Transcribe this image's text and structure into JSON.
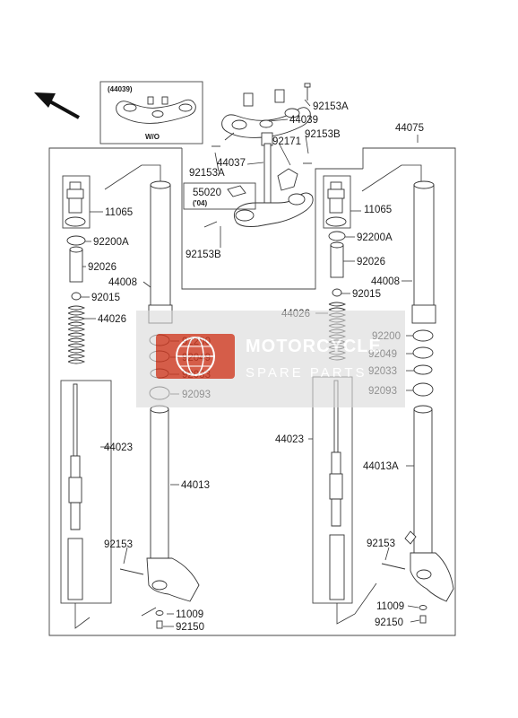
{
  "inset": {
    "top_label": "(44039)",
    "bottom_label": "W/O"
  },
  "note_55020": {
    "number": "55020",
    "year": "('04)"
  },
  "labels": {
    "p44075": "44075",
    "p92153A_top": "92153A",
    "p44039": "44039",
    "p92171": "92171",
    "p92153B_top": "92153B",
    "p44037": "44037",
    "p92153A_left": "92153A",
    "p92153B_bottom": "92153B",
    "l11065": "11065",
    "l92200A": "92200A",
    "l92026": "92026",
    "l44008": "44008",
    "l92015": "92015",
    "l44026": "44026",
    "l92200": "92200",
    "l92049": "92049",
    "l92033": "92033",
    "l92093": "92093",
    "l44023": "44023",
    "l44013": "44013",
    "l92153": "92153",
    "l11009": "11009",
    "l92150": "92150",
    "r11065": "11065",
    "r92200A": "92200A",
    "r92026": "92026",
    "r44008": "44008",
    "r92015": "92015",
    "r44026": "44026",
    "r92200": "92200",
    "r92049": "92049",
    "r92033": "92033",
    "r92093": "92093",
    "r44023": "44023",
    "r44013A": "44013A",
    "r92153": "92153",
    "r11009": "11009",
    "r92150": "92150"
  },
  "watermark": {
    "title": "MOTORCYCLE",
    "subtitle": "SPARE PARTS",
    "color": "#cc3a22"
  },
  "colors": {
    "line": "#333333",
    "part_fill": "#ffffff",
    "watermark_bg": "#d9d9d9"
  }
}
